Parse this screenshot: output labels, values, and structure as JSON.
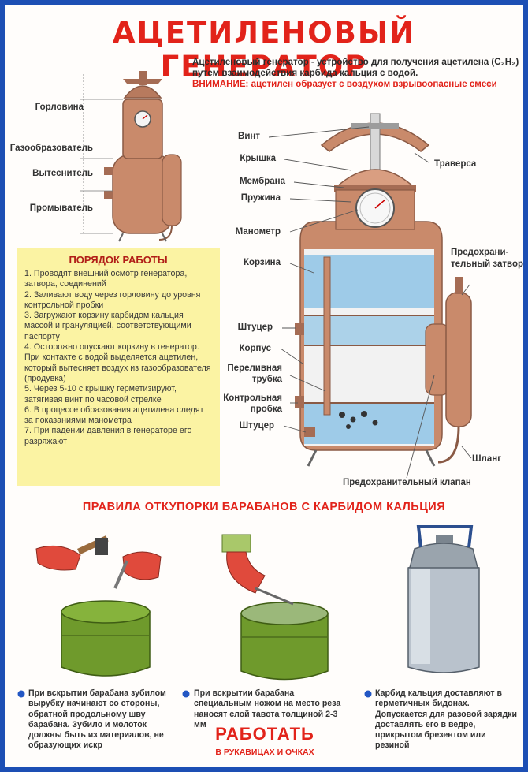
{
  "title": "АЦЕТИЛЕНОВЫЙ ГЕНЕРАТОР",
  "intro": "Ацетиленовый генератор - устройство для получения ацетилена (C₂H₂) путем взаимодействия карбида кальция с водой.",
  "warning": "ВНИМАНИЕ: ацетилен образует с воздухом взрывоопасные смеси",
  "small_labels": {
    "gorlovina": "Горловина",
    "gazoobrazovatel": "Газообразователь",
    "vytesnitel": "Вытеснитель",
    "promyvatel": "Промыватель"
  },
  "main_labels": {
    "vint": "Винт",
    "kryshka": "Крышка",
    "membrana": "Мембрана",
    "pruzhina": "Пружина",
    "manometr": "Манометр",
    "korzina": "Корзина",
    "shtutser_top": "Штуцер",
    "korpus": "Корпус",
    "perelivnaya_1": "Переливная",
    "perelivnaya_2": "трубка",
    "kontrolnaya_1": "Контрольная",
    "kontrolnaya_2": "пробка",
    "shtutser_bottom": "Штуцер",
    "traversa": "Траверса",
    "predokhr_zatvor_1": "Предохрани-",
    "predokhr_zatvor_2": "тельный затвор",
    "shlang": "Шланг",
    "predokhr_klapan": "Предохранительный клапан"
  },
  "procedure": {
    "title": "ПОРЯДОК РАБОТЫ",
    "steps": [
      "1. Проводят внешний осмотр генератора, затвора, соединений",
      "2. Заливают воду через горловину до уровня контрольной пробки",
      "3. Загружают корзину карбидом кальция массой и грануляцией, соответствующими паспорту",
      "4. Осторожно опускают корзину в генератор. При контакте с водой выделяется ацетилен, который вытесняет воздух из газообразователя (продувка)",
      "5. Через 5-10 с крышку герметизируют, затягивая винт по часовой стрелке",
      "6. В процессе образования ацетилена следят за показаниями манометра",
      "7. При падении давления в генераторе его разряжают"
    ]
  },
  "rules_title": "ПРАВИЛА ОТКУПОРКИ БАРАБАНОВ С КАРБИДОМ КАЛЬЦИЯ",
  "captions": {
    "left": "При вскрытии барабана зубилом вырубку начинают со стороны, обратной продольному шву барабана. Зубило и молоток должны быть из материалов, не образующих искр",
    "middle": "При вскрытии барабана специальным ножом на место реза наносят слой тавота толщиной 2-3 мм",
    "right": "Карбид кальция доставляют в герметичных бидонах. Допускается для разовой зарядки доставлять его в ведре, прикрытом брезентом или резиной"
  },
  "work": "РАБОТАТЬ",
  "work_sub": "В РУКАВИЦАХ И ОЧКАХ",
  "colors": {
    "title_red": "#e2231a",
    "border_blue": "#1d4fb4",
    "copper": "#c98a6b",
    "water": "#8fc4e6",
    "drum_green": "#6f9a2c",
    "note_yellow": "#fbf3a3"
  }
}
